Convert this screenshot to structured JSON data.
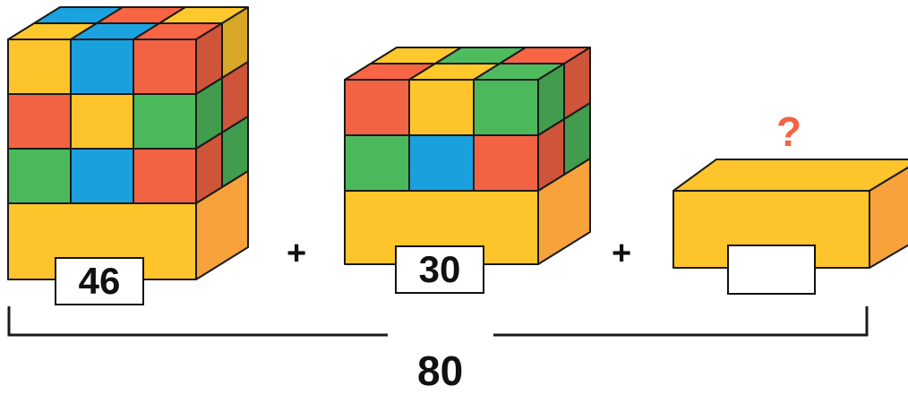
{
  "colors": {
    "orange_red": "#f26344",
    "blue": "#1aa0dc",
    "green": "#4cb85c",
    "yellow": "#fdc42b",
    "box_side": "#f7a23b",
    "question_mark": "#f26344",
    "outline": "#1a1a1a"
  },
  "stack_a": {
    "value": "46",
    "cube_rows": [
      [
        "yellow",
        "blue",
        "orange_red"
      ],
      [
        "orange_red",
        "yellow",
        "green"
      ],
      [
        "green",
        "blue",
        "orange_red"
      ]
    ]
  },
  "stack_b": {
    "value": "30",
    "cube_rows": [
      [
        "orange_red",
        "yellow",
        "green"
      ],
      [
        "green",
        "blue",
        "orange_red"
      ]
    ]
  },
  "box_c": {
    "value": "",
    "question": "?"
  },
  "operators": {
    "plus_1": "+",
    "plus_2": "+"
  },
  "total": "80"
}
